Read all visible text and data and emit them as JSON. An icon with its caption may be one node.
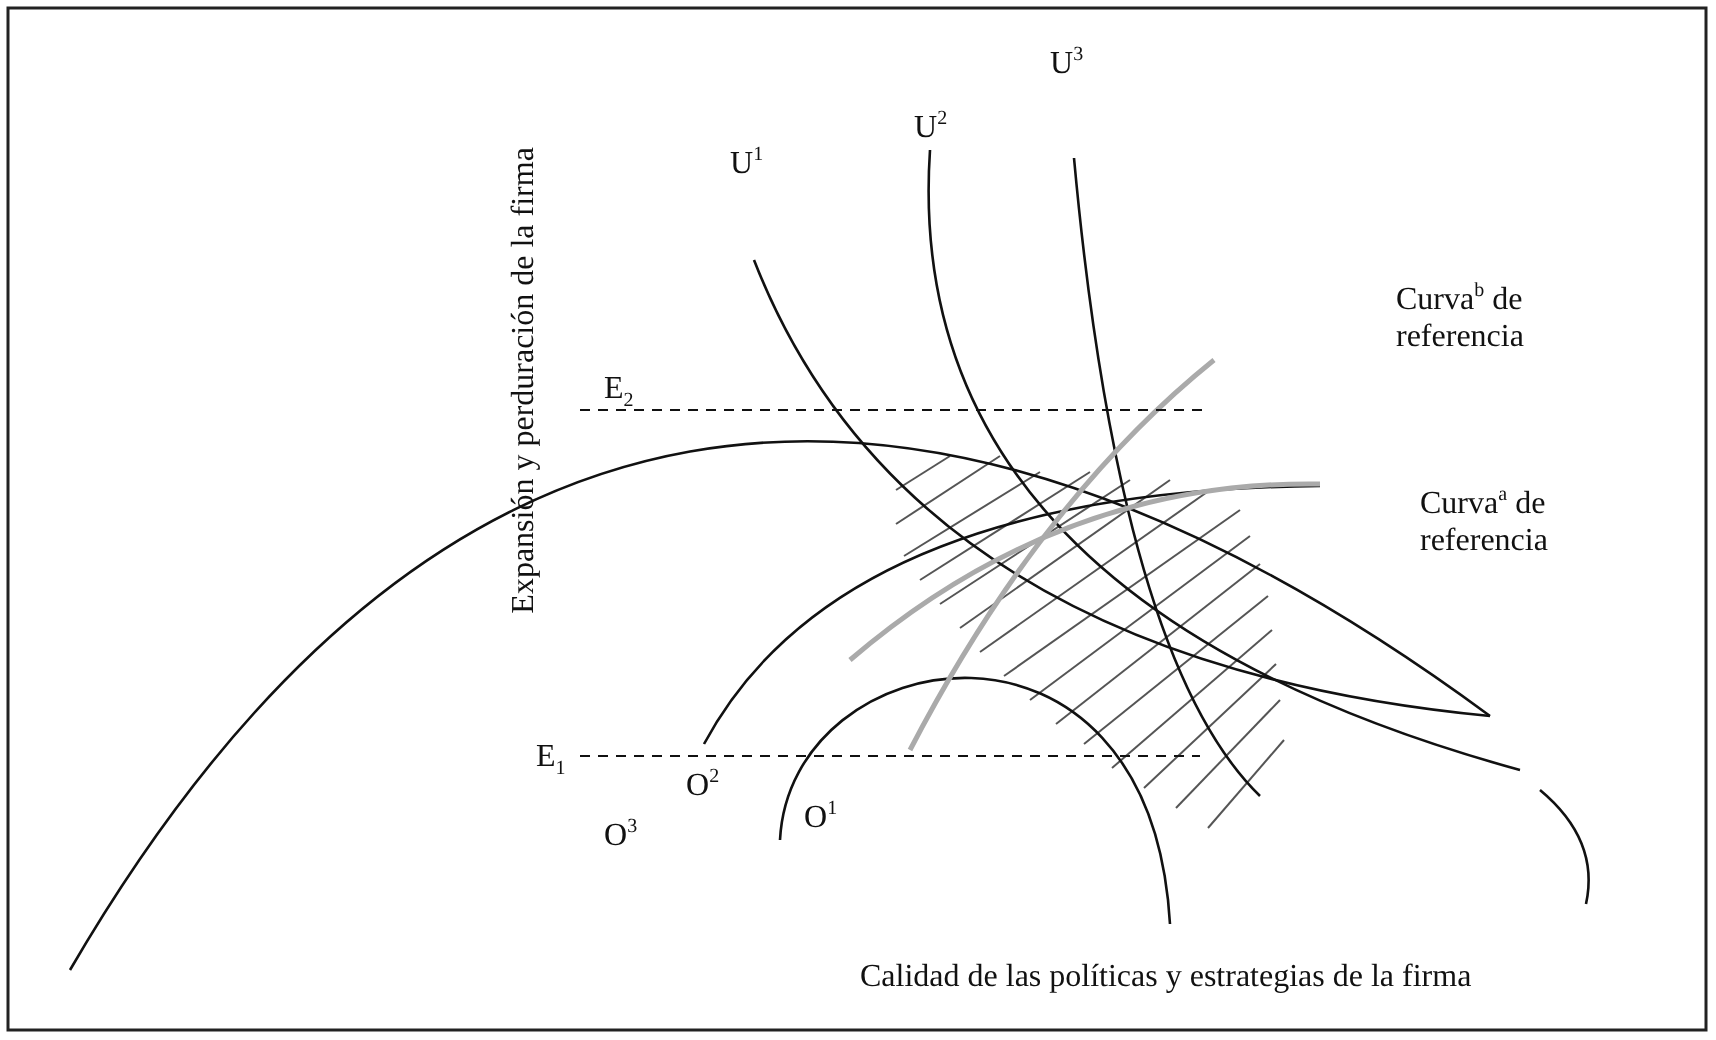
{
  "diagram": {
    "labels": [
      "Expansión y perduración de la firma",
      "U$^{3}$",
      "U$^{2}$",
      "U$^{1}$",
      "Curva$^{b}$ de referencia",
      "E$_{2}$",
      "Curva$^{a}$ de referencia",
      "E$_{1}$",
      "O$^{2}$",
      "O$^{1}$",
      "O$^{3}$",
      "Calidad de las políticas y estrategias de la firma"
    ]
  }
}
